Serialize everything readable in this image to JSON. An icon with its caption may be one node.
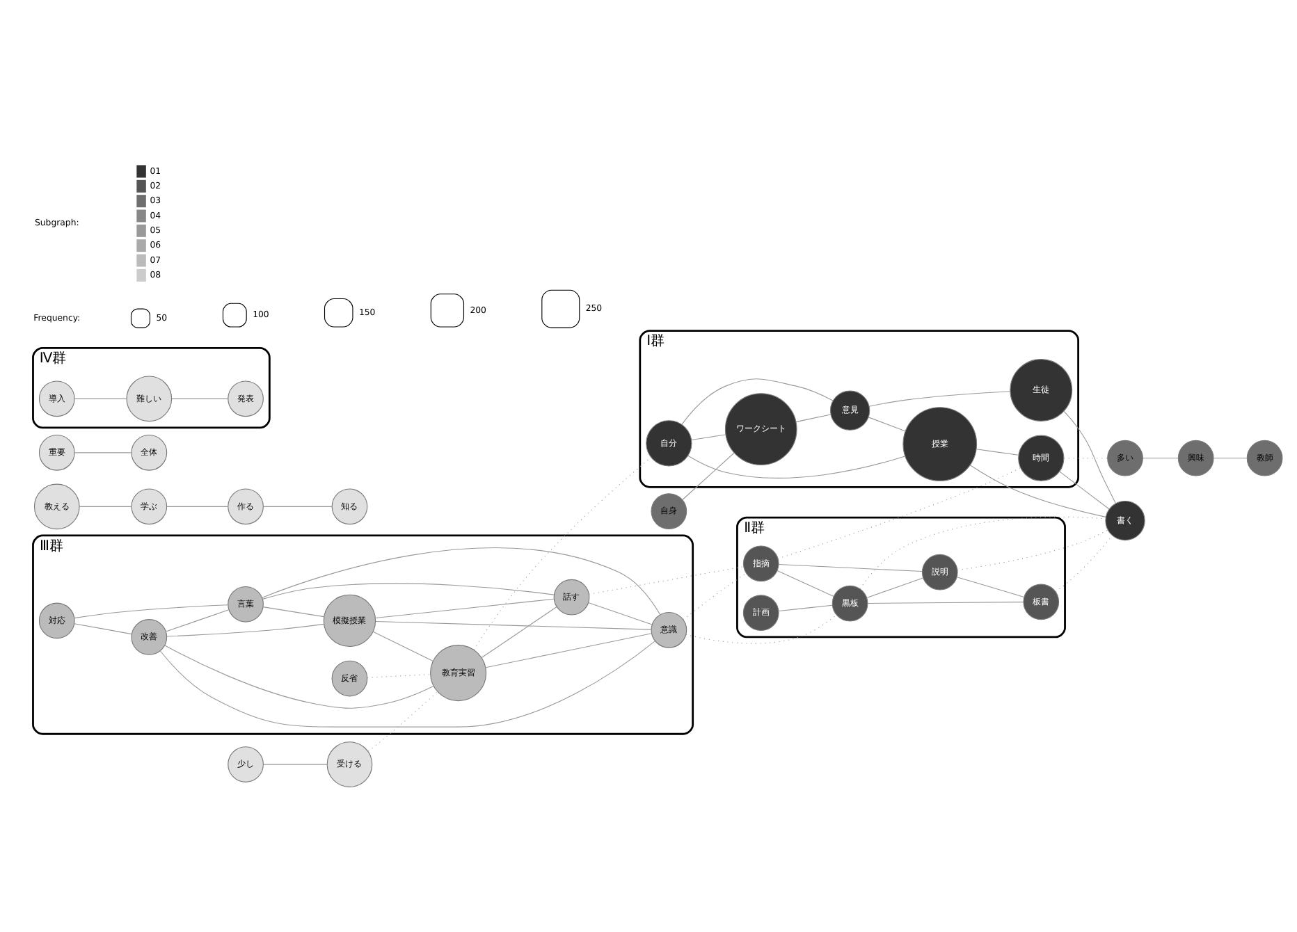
{
  "diagram": {
    "nodes": [
      {
        "text": [
          "Ⅲ群"
        ]
      },
      {
        "text": [
          "対応"
        ],
        "in": 0
      },
      {
        "text": [
          "改善"
        ],
        "in": 0
      },
      {
        "text": [
          "反省"
        ],
        "in": 0
      },
      {
        "text": [
          "言葉"
        ],
        "in": 0
      },
      {
        "text": [
          "模擬授業"
        ],
        "in": 0
      },
      {
        "text": [
          "意識"
        ],
        "in": 0
      },
      {
        "text": [
          "教育実習"
        ],
        "in": 0
      },
      {
        "text": [
          "話す"
        ],
        "in": 0
      },
      {
        "text": [
          "少し"
        ]
      },
      {
        "text": [
          "受ける"
        ]
      },
      {
        "text": [
          "Ⅱ群"
        ]
      },
      {
        "text": [
          "計画"
        ],
        "in": 11
      },
      {
        "text": [
          "指摘"
        ],
        "in": 11
      },
      {
        "text": [
          "黒板"
        ],
        "in": 11
      },
      {
        "text": [
          "説明"
        ],
        "in": 11
      },
      {
        "text": [
          "板書"
        ],
        "in": 11
      },
      {
        "text": [
          "教える"
        ]
      },
      {
        "text": [
          "学ぶ"
        ]
      },
      {
        "text": [
          "Ⅰ群"
        ]
      },
      {
        "text": [
          "自分"
        ],
        "in": 19
      },
      {
        "text": [
          "書く"
        ]
      },
      {
        "text": [
          "授業"
        ],
        "in": 19
      },
      {
        "text": [
          "時間"
        ],
        "in": 19
      },
      {
        "text": [
          "ワークシート"
        ],
        "in": 19
      },
      {
        "text": [
          "意見"
        ],
        "in": 19
      },
      {
        "text": [
          "生徒"
        ],
        "in": 19
      },
      {
        "text": [
          "作る"
        ]
      },
      {
        "text": [
          "自身"
        ]
      },
      {
        "text": [
          "多い"
        ]
      },
      {
        "text": [
          "教師"
        ]
      },
      {
        "text": [
          "知る"
        ]
      },
      {
        "text": [
          "興味"
        ]
      },
      {
        "text": [
          "重要"
        ]
      },
      {
        "text": [
          "全体"
        ]
      },
      {
        "text": [
          "Ⅳ群"
        ]
      },
      {
        "text": [
          "導入"
        ],
        "in": 35
      },
      {
        "text": [
          "難しい"
        ],
        "in": 35
      },
      {
        "text": [
          "発表"
        ],
        "in": 35
      }
    ],
    "edges": [
      {
        "from": 1,
        "to": 2,
        "arrow": "none"
      },
      {
        "from": 1,
        "to": 4,
        "arrow": "none"
      },
      {
        "from": 2,
        "to": 4,
        "arrow": "none"
      },
      {
        "from": 2,
        "to": 6,
        "arrow": "none"
      },
      {
        "from": 2,
        "to": 5,
        "arrow": "none"
      },
      {
        "from": 2,
        "to": 7,
        "arrow": "none"
      },
      {
        "from": 4,
        "to": 5,
        "arrow": "none"
      },
      {
        "from": 4,
        "to": 6,
        "arrow": "none"
      },
      {
        "from": 4,
        "to": 8,
        "arrow": "none"
      },
      {
        "from": 5,
        "to": 6,
        "arrow": "none"
      },
      {
        "from": 5,
        "to": 8,
        "arrow": "none"
      },
      {
        "from": 5,
        "to": 7,
        "arrow": "none"
      },
      {
        "from": 7,
        "to": 6,
        "arrow": "none"
      },
      {
        "from": 7,
        "to": 8,
        "arrow": "none"
      },
      {
        "from": 8,
        "to": 6,
        "arrow": "none"
      },
      {
        "from": 3,
        "to": 7,
        "arrow": "none",
        "style": "dashed"
      },
      {
        "from": 10,
        "to": 7,
        "arrow": "none",
        "style": "dashed"
      },
      {
        "from": 9,
        "to": 10,
        "arrow": "none"
      },
      {
        "from": 7,
        "to": 20,
        "arrow": "none",
        "style": "dashed"
      },
      {
        "from": 6,
        "to": 14,
        "arrow": "none",
        "style": "dashed"
      },
      {
        "from": 6,
        "to": 13,
        "arrow": "none",
        "style": "dashed"
      },
      {
        "from": 8,
        "to": 13,
        "arrow": "none",
        "style": "dashed"
      },
      {
        "from": 12,
        "to": 14,
        "arrow": "none"
      },
      {
        "from": 13,
        "to": 14,
        "arrow": "none"
      },
      {
        "from": 13,
        "to": 15,
        "arrow": "none"
      },
      {
        "from": 14,
        "to": 15,
        "arrow": "none"
      },
      {
        "from": 14,
        "to": 16,
        "arrow": "none"
      },
      {
        "from": 15,
        "to": 16,
        "arrow": "none"
      },
      {
        "from": 14,
        "to": 21,
        "arrow": "none",
        "style": "dashed"
      },
      {
        "from": 15,
        "to": 21,
        "arrow": "none",
        "style": "dashed"
      },
      {
        "from": 16,
        "to": 21,
        "arrow": "none",
        "style": "dashed"
      },
      {
        "from": 13,
        "to": 23,
        "arrow": "none",
        "style": "dashed"
      },
      {
        "from": 20,
        "to": 22,
        "arrow": "none"
      },
      {
        "from": 20,
        "to": 25,
        "arrow": "none"
      },
      {
        "from": 20,
        "to": 24,
        "arrow": "none"
      },
      {
        "from": 24,
        "to": 25,
        "arrow": "none"
      },
      {
        "from": 25,
        "to": 22,
        "arrow": "none"
      },
      {
        "from": 25,
        "to": 26,
        "arrow": "none"
      },
      {
        "from": 22,
        "to": 23,
        "arrow": "none"
      },
      {
        "from": 23,
        "to": 21,
        "arrow": "none"
      },
      {
        "from": 22,
        "to": 21,
        "arrow": "none"
      },
      {
        "from": 26,
        "to": 21,
        "arrow": "none"
      },
      {
        "from": 28,
        "to": 24,
        "arrow": "none"
      },
      {
        "from": 23,
        "to": 29,
        "arrow": "none",
        "style": "dashed"
      },
      {
        "from": 29,
        "to": 32,
        "arrow": "none"
      },
      {
        "from": 32,
        "to": 30,
        "arrow": "none"
      },
      {
        "from": 17,
        "to": 18,
        "arrow": "none"
      },
      {
        "from": 18,
        "to": 27,
        "arrow": "none"
      },
      {
        "from": 27,
        "to": 31,
        "arrow": "none"
      },
      {
        "from": 33,
        "to": 34,
        "arrow": "none"
      },
      {
        "from": 36,
        "to": 37,
        "arrow": "none"
      },
      {
        "from": 37,
        "to": 38,
        "arrow": "none"
      }
    ],
    "labels": [
      "Subgraph:",
      "Frequency:"
    ],
    "legend": [
      {
        "text": "01",
        "color": "#333333"
      },
      {
        "text": "02",
        "color": "#555555"
      },
      {
        "text": "03",
        "color": "#6e6e6e"
      },
      {
        "text": "04",
        "color": "#888888"
      },
      {
        "text": "05",
        "color": "#999999"
      },
      {
        "text": "06",
        "color": "#aaaaaa"
      },
      {
        "text": "07",
        "color": "#bbbbbb"
      },
      {
        "text": "08",
        "color": "#cccccc"
      },
      {
        "text": "50"
      },
      {
        "text": "100"
      },
      {
        "text": "150"
      },
      {
        "text": "200"
      },
      {
        "text": "250"
      }
    ]
  }
}
